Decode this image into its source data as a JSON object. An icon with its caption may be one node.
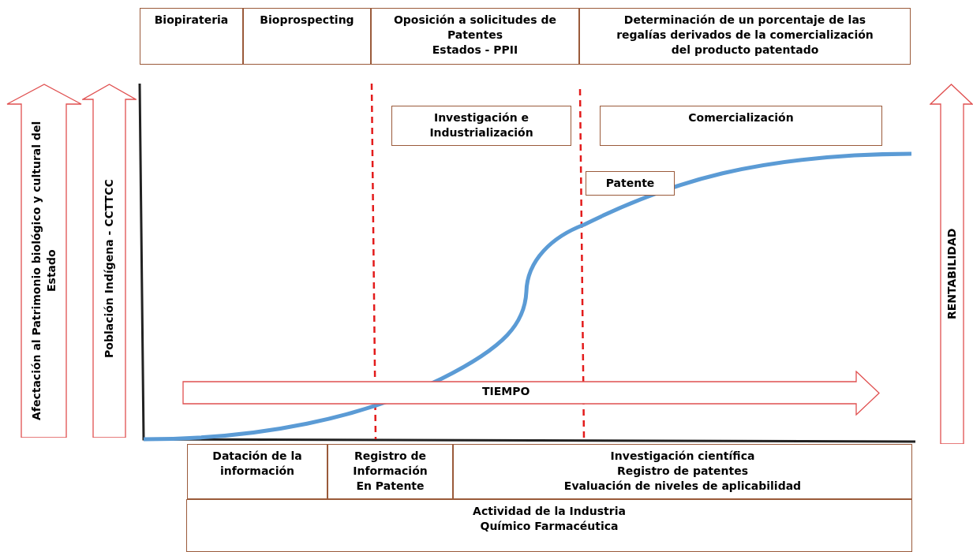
{
  "diagram": {
    "nodes": [
      {
        "text": [
          "Biopirateria"
        ]
      },
      {
        "text": [
          "Bioprospecting"
        ]
      },
      {
        "text": [
          "Oposición a solicitudes de Patentes",
          "Estados - PPII"
        ]
      },
      {
        "text": [
          "Determinación de un porcentaje de las regalías derivados de la comercialización del producto patentado"
        ]
      },
      {
        "text": [
          "Investigación e Industrialización"
        ]
      },
      {
        "text": [
          "Comercialización"
        ]
      },
      {
        "text": [
          "Patente"
        ]
      },
      {
        "text": [
          "Afectación al Patrimonio biológico y cultural del Estado"
        ]
      },
      {
        "text": [
          "Población Indígena - CCTTCC"
        ]
      },
      {
        "text": [
          "RENTABILIDAD"
        ]
      },
      {
        "text": [
          "TIEMPO"
        ]
      },
      {
        "text": [
          "Datación de la información"
        ]
      },
      {
        "text": [
          "Registro de Información En Patente"
        ]
      },
      {
        "text": [
          "Investigación científica",
          "Registro de patentes",
          "Evaluación de niveles de aplicabilidad"
        ]
      },
      {
        "text": [
          "Actividad de la Industria Químico Farmacéutica"
        ]
      }
    ]
  }
}
